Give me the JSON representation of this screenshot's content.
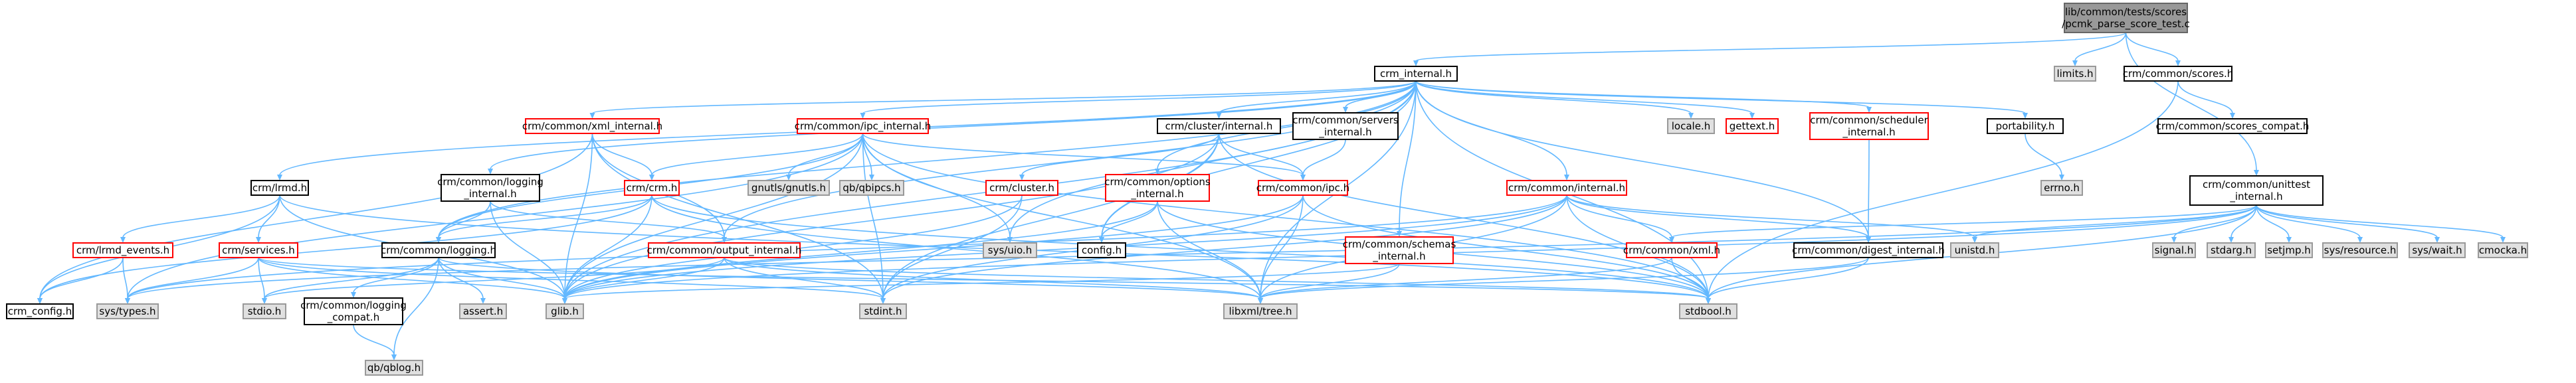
{
  "title": "lib/common/tests/scores/pcmk_parse_score_test.c",
  "colors": {
    "root_fill": "#999999",
    "root_stroke": "#666666",
    "white_fill": "#ffffff",
    "black_stroke": "#000000",
    "red_stroke": "#ff0000",
    "sys_fill": "#e0e0e0",
    "sys_stroke": "#999999",
    "edge": "#63b8ff"
  },
  "nodes": [
    {
      "id": "root",
      "lines": [
        "lib/common/tests/scores",
        "/pcmk_parse_score_test.c"
      ],
      "style": "root"
    },
    {
      "id": "crm_internal",
      "lines": [
        "crm_internal.h"
      ],
      "style": "white"
    },
    {
      "id": "limits",
      "lines": [
        "limits.h"
      ],
      "style": "sys"
    },
    {
      "id": "scores",
      "lines": [
        "crm/common/scores.h"
      ],
      "style": "white"
    },
    {
      "id": "scores_compat",
      "lines": [
        "crm/common/scores_compat.h"
      ],
      "style": "white"
    },
    {
      "id": "unittest",
      "lines": [
        "crm/common/unittest",
        "_internal.h"
      ],
      "style": "white"
    },
    {
      "id": "xml_internal",
      "lines": [
        "crm/common/xml_internal.h"
      ],
      "style": "red"
    },
    {
      "id": "ipc_internal",
      "lines": [
        "crm/common/ipc_internal.h"
      ],
      "style": "red"
    },
    {
      "id": "cluster_internal",
      "lines": [
        "crm/cluster/internal.h"
      ],
      "style": "white"
    },
    {
      "id": "servers_internal",
      "lines": [
        "crm/common/servers",
        "_internal.h"
      ],
      "style": "white"
    },
    {
      "id": "locale",
      "lines": [
        "locale.h"
      ],
      "style": "sys"
    },
    {
      "id": "gettext",
      "lines": [
        "gettext.h"
      ],
      "style": "red"
    },
    {
      "id": "scheduler_internal",
      "lines": [
        "crm/common/scheduler",
        "_internal.h"
      ],
      "style": "red"
    },
    {
      "id": "portability",
      "lines": [
        "portability.h"
      ],
      "style": "white"
    },
    {
      "id": "errno",
      "lines": [
        "errno.h"
      ],
      "style": "sys"
    },
    {
      "id": "lrmd",
      "lines": [
        "crm/lrmd.h"
      ],
      "style": "white"
    },
    {
      "id": "logging_internal",
      "lines": [
        "crm/common/logging",
        "_internal.h"
      ],
      "style": "white"
    },
    {
      "id": "crm",
      "lines": [
        "crm/crm.h"
      ],
      "style": "red"
    },
    {
      "id": "gnutls",
      "lines": [
        "gnutls/gnutls.h"
      ],
      "style": "sys"
    },
    {
      "id": "qbipcs",
      "lines": [
        "qb/qbipcs.h"
      ],
      "style": "sys"
    },
    {
      "id": "cluster",
      "lines": [
        "crm/cluster.h"
      ],
      "style": "red"
    },
    {
      "id": "options_internal",
      "lines": [
        "crm/common/options",
        "_internal.h"
      ],
      "style": "red"
    },
    {
      "id": "ipc",
      "lines": [
        "crm/common/ipc.h"
      ],
      "style": "red"
    },
    {
      "id": "common_internal",
      "lines": [
        "crm/common/internal.h"
      ],
      "style": "red"
    },
    {
      "id": "lrmd_events",
      "lines": [
        "crm/lrmd_events.h"
      ],
      "style": "red"
    },
    {
      "id": "services",
      "lines": [
        "crm/services.h"
      ],
      "style": "red"
    },
    {
      "id": "logging",
      "lines": [
        "crm/common/logging.h"
      ],
      "style": "white"
    },
    {
      "id": "output_internal",
      "lines": [
        "crm/common/output_internal.h"
      ],
      "style": "red"
    },
    {
      "id": "sys_uio",
      "lines": [
        "sys/uio.h"
      ],
      "style": "sys"
    },
    {
      "id": "config",
      "lines": [
        "config.h"
      ],
      "style": "white"
    },
    {
      "id": "schemas_internal",
      "lines": [
        "crm/common/schemas",
        "_internal.h"
      ],
      "style": "red"
    },
    {
      "id": "xml",
      "lines": [
        "crm/common/xml.h"
      ],
      "style": "red"
    },
    {
      "id": "digest_internal",
      "lines": [
        "crm/common/digest_internal.h"
      ],
      "style": "white"
    },
    {
      "id": "unistd",
      "lines": [
        "unistd.h"
      ],
      "style": "sys"
    },
    {
      "id": "signal",
      "lines": [
        "signal.h"
      ],
      "style": "sys"
    },
    {
      "id": "stdarg",
      "lines": [
        "stdarg.h"
      ],
      "style": "sys"
    },
    {
      "id": "setjmp",
      "lines": [
        "setjmp.h"
      ],
      "style": "sys"
    },
    {
      "id": "sys_resource",
      "lines": [
        "sys/resource.h"
      ],
      "style": "sys"
    },
    {
      "id": "sys_wait",
      "lines": [
        "sys/wait.h"
      ],
      "style": "sys"
    },
    {
      "id": "cmocka",
      "lines": [
        "cmocka.h"
      ],
      "style": "sys"
    },
    {
      "id": "crm_config",
      "lines": [
        "crm_config.h"
      ],
      "style": "white"
    },
    {
      "id": "sys_types",
      "lines": [
        "sys/types.h"
      ],
      "style": "sys"
    },
    {
      "id": "stdio",
      "lines": [
        "stdio.h"
      ],
      "style": "sys"
    },
    {
      "id": "logging_compat",
      "lines": [
        "crm/common/logging",
        "_compat.h"
      ],
      "style": "white"
    },
    {
      "id": "assert",
      "lines": [
        "assert.h"
      ],
      "style": "sys"
    },
    {
      "id": "glib",
      "lines": [
        "glib.h"
      ],
      "style": "sys"
    },
    {
      "id": "stdint",
      "lines": [
        "stdint.h"
      ],
      "style": "sys"
    },
    {
      "id": "libxml_tree",
      "lines": [
        "libxml/tree.h"
      ],
      "style": "sys"
    },
    {
      "id": "stdbool",
      "lines": [
        "stdbool.h"
      ],
      "style": "sys"
    },
    {
      "id": "qblog",
      "lines": [
        "qb/qblog.h"
      ],
      "style": "sys"
    }
  ],
  "edges": [
    [
      "root",
      "crm_internal"
    ],
    [
      "root",
      "limits"
    ],
    [
      "root",
      "scores"
    ],
    [
      "root",
      "unittest"
    ],
    [
      "scores",
      "scores_compat"
    ],
    [
      "scores",
      "stdbool"
    ],
    [
      "crm_internal",
      "xml_internal"
    ],
    [
      "crm_internal",
      "ipc_internal"
    ],
    [
      "crm_internal",
      "cluster_internal"
    ],
    [
      "crm_internal",
      "servers_internal"
    ],
    [
      "crm_internal",
      "locale"
    ],
    [
      "crm_internal",
      "gettext"
    ],
    [
      "crm_internal",
      "scheduler_internal"
    ],
    [
      "crm_internal",
      "portability"
    ],
    [
      "crm_internal",
      "lrmd"
    ],
    [
      "crm_internal",
      "logging_internal"
    ],
    [
      "crm_internal",
      "options_internal"
    ],
    [
      "crm_internal",
      "common_internal"
    ],
    [
      "crm_internal",
      "output_internal"
    ],
    [
      "crm_internal",
      "config"
    ],
    [
      "crm_internal",
      "schemas_internal"
    ],
    [
      "crm_internal",
      "digest_internal"
    ],
    [
      "crm_internal",
      "glib"
    ],
    [
      "crm_internal",
      "libxml_tree"
    ],
    [
      "crm_internal",
      "stdbool"
    ],
    [
      "crm_internal",
      "sys_uio"
    ],
    [
      "crm_internal",
      "logging"
    ],
    [
      "portability",
      "errno"
    ],
    [
      "xml_internal",
      "crm_config"
    ],
    [
      "xml_internal",
      "output_internal"
    ],
    [
      "xml_internal",
      "stdint"
    ],
    [
      "xml_internal",
      "glib"
    ],
    [
      "xml_internal",
      "crm"
    ],
    [
      "ipc_internal",
      "crm"
    ],
    [
      "ipc_internal",
      "gnutls"
    ],
    [
      "ipc_internal",
      "qbipcs"
    ],
    [
      "ipc_internal",
      "ipc"
    ],
    [
      "ipc_internal",
      "sys_uio"
    ],
    [
      "ipc_internal",
      "glib"
    ],
    [
      "ipc_internal",
      "stdint"
    ],
    [
      "ipc_internal",
      "libxml_tree"
    ],
    [
      "ipc_internal",
      "stdbool"
    ],
    [
      "ipc_internal",
      "logging"
    ],
    [
      "ipc_internal",
      "sys_types"
    ],
    [
      "cluster_internal",
      "cluster"
    ],
    [
      "cluster_internal",
      "ipc"
    ],
    [
      "cluster_internal",
      "glib"
    ],
    [
      "cluster_internal",
      "stdint"
    ],
    [
      "cluster_internal",
      "stdbool"
    ],
    [
      "cluster_internal",
      "config"
    ],
    [
      "servers_internal",
      "ipc"
    ],
    [
      "scheduler_internal",
      "digest_internal"
    ],
    [
      "lrmd",
      "lrmd_events"
    ],
    [
      "lrmd",
      "services"
    ],
    [
      "lrmd",
      "crm_config"
    ],
    [
      "lrmd",
      "glib"
    ],
    [
      "lrmd",
      "stdbool"
    ],
    [
      "logging_internal",
      "logging"
    ],
    [
      "logging_internal",
      "glib"
    ],
    [
      "logging_internal",
      "output_internal"
    ],
    [
      "crm",
      "logging"
    ],
    [
      "crm",
      "glib"
    ],
    [
      "crm",
      "libxml_tree"
    ],
    [
      "crm",
      "crm_config"
    ],
    [
      "crm",
      "stdbool"
    ],
    [
      "cluster",
      "glib"
    ],
    [
      "cluster",
      "stdint"
    ],
    [
      "options_internal",
      "glib"
    ],
    [
      "options_internal",
      "libxml_tree"
    ],
    [
      "options_internal",
      "config"
    ],
    [
      "options_internal",
      "stdbool"
    ],
    [
      "ipc",
      "glib"
    ],
    [
      "ipc",
      "stdint"
    ],
    [
      "ipc",
      "libxml_tree"
    ],
    [
      "ipc",
      "stdbool"
    ],
    [
      "common_internal",
      "digest_internal"
    ],
    [
      "common_internal",
      "xml"
    ],
    [
      "common_internal",
      "unistd"
    ],
    [
      "common_internal",
      "glib"
    ],
    [
      "common_internal",
      "libxml_tree"
    ],
    [
      "common_internal",
      "stdbool"
    ],
    [
      "common_internal",
      "stdint"
    ],
    [
      "common_internal",
      "sys_types"
    ],
    [
      "lrmd_events",
      "sys_types"
    ],
    [
      "lrmd_events",
      "crm_config"
    ],
    [
      "services",
      "sys_types"
    ],
    [
      "services",
      "stdio"
    ],
    [
      "services",
      "glib"
    ],
    [
      "services",
      "stdint"
    ],
    [
      "services",
      "stdbool"
    ],
    [
      "logging",
      "stdio"
    ],
    [
      "logging",
      "glib"
    ],
    [
      "logging",
      "logging_compat"
    ],
    [
      "logging",
      "assert"
    ],
    [
      "logging",
      "qblog"
    ],
    [
      "logging",
      "libxml_tree"
    ],
    [
      "logging_compat",
      "qblog"
    ],
    [
      "output_internal",
      "stdio"
    ],
    [
      "output_internal",
      "glib"
    ],
    [
      "output_internal",
      "libxml_tree"
    ],
    [
      "output_internal",
      "stdbool"
    ],
    [
      "output_internal",
      "stdint"
    ],
    [
      "schemas_internal",
      "glib"
    ],
    [
      "schemas_internal",
      "libxml_tree"
    ],
    [
      "xml",
      "libxml_tree"
    ],
    [
      "xml",
      "stdbool"
    ],
    [
      "digest_internal",
      "libxml_tree"
    ],
    [
      "digest_internal",
      "stdbool"
    ],
    [
      "unittest",
      "signal"
    ],
    [
      "unittest",
      "stdarg"
    ],
    [
      "unittest",
      "setjmp"
    ],
    [
      "unittest",
      "sys_resource"
    ],
    [
      "unittest",
      "sys_wait"
    ],
    [
      "unittest",
      "cmocka"
    ],
    [
      "unittest",
      "unistd"
    ],
    [
      "unittest",
      "stdbool"
    ],
    [
      "unittest",
      "glib"
    ],
    [
      "unittest",
      "xml"
    ],
    [
      "unittest",
      "sys_types"
    ]
  ]
}
